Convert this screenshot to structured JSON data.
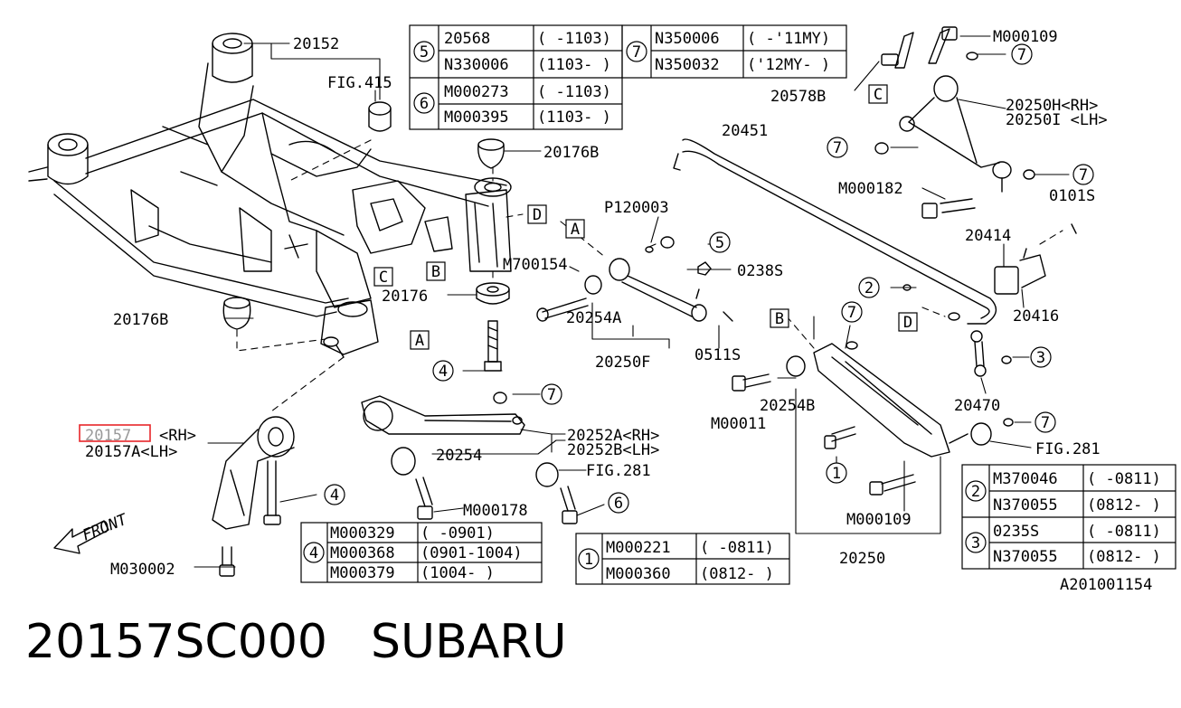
{
  "callouts": {
    "c20152": "20152",
    "fig415": "FIG.415",
    "c20176b_top": "20176B",
    "c20176b_left": "20176B",
    "c20176": "20176",
    "c20578b": "20578B",
    "m000109_top": "M000109",
    "c20250h": "20250H<RH>",
    "c20250i": "20250I <LH>",
    "c20451": "20451",
    "m000182": "M000182",
    "c0101s": "0101S",
    "c20414": "20414",
    "c20416": "20416",
    "p120003": "P120003",
    "m700154": "M700154",
    "c0238s": "0238S",
    "c20254a": "20254A",
    "c20250f": "20250F",
    "c0511s": "0511S",
    "c20470": "20470",
    "m00011": "M00011",
    "c20254b": "20254B",
    "fig281_right": "FIG.281",
    "m000109_bottom": "M000109",
    "c20250": "20250",
    "c20157": "20157",
    "c20157_rh": "<RH>",
    "c20157a": "20157A<LH>",
    "c20254": "20254",
    "c20252a": "20252A<RH>",
    "c20252b": "20252B<LH>",
    "fig281_mid": "FIG.281",
    "m000178": "M000178",
    "m030002": "M030002",
    "front": "FRONT",
    "ref": "A201001154"
  },
  "circle_refs": {
    "n7_top": "7",
    "n7_nut": "7",
    "n7_ball": "7",
    "n7_left": "7",
    "n7_mid": "7",
    "n7_lower": "7",
    "n7_bush": "7",
    "n5": "5",
    "n4_center": "4",
    "n4_lower": "4",
    "n6": "6",
    "n2": "2",
    "n3": "3",
    "n1": "1"
  },
  "letter_boxes": {
    "A1": "A",
    "A2": "A",
    "B1": "B",
    "B2": "B",
    "C1": "C",
    "C2": "C",
    "D1": "D",
    "D2": "D"
  },
  "tables": {
    "t56": {
      "rows": [
        {
          "group": "5",
          "part": "20568",
          "range": "( -1103)"
        },
        {
          "group": "",
          "part": "N330006",
          "range": "(1103- )"
        },
        {
          "group": "6",
          "part": "M000273",
          "range": "( -1103)"
        },
        {
          "group": "",
          "part": "M000395",
          "range": "(1103- )"
        }
      ]
    },
    "t7": {
      "rows": [
        {
          "group": "7",
          "part": "N350006",
          "range": "( -'11MY)"
        },
        {
          "group": "",
          "part": "N350032",
          "range": "('12MY- )"
        }
      ]
    },
    "t4": {
      "rows": [
        {
          "group": "4",
          "part": "M000329",
          "range": "( -0901)"
        },
        {
          "group": "",
          "part": "M000368",
          "range": "(0901-1004)"
        },
        {
          "group": "",
          "part": "M000379",
          "range": "(1004- )"
        }
      ]
    },
    "t1": {
      "rows": [
        {
          "group": "1",
          "part": "M000221",
          "range": "( -0811)"
        },
        {
          "group": "",
          "part": "M000360",
          "range": "(0812- )"
        }
      ]
    },
    "t23": {
      "rows": [
        {
          "group": "2",
          "part": "M370046",
          "range": "( -0811)"
        },
        {
          "group": "",
          "part": "N370055",
          "range": "(0812- )"
        },
        {
          "group": "3",
          "part": "0235S",
          "range": "( -0811)"
        },
        {
          "group": "",
          "part": "N370055",
          "range": "(0812- )"
        }
      ]
    }
  },
  "footer": {
    "part_number": "20157SC000",
    "brand": "SUBARU"
  },
  "colors": {
    "highlight": "#e8262a",
    "ink": "#000000"
  }
}
